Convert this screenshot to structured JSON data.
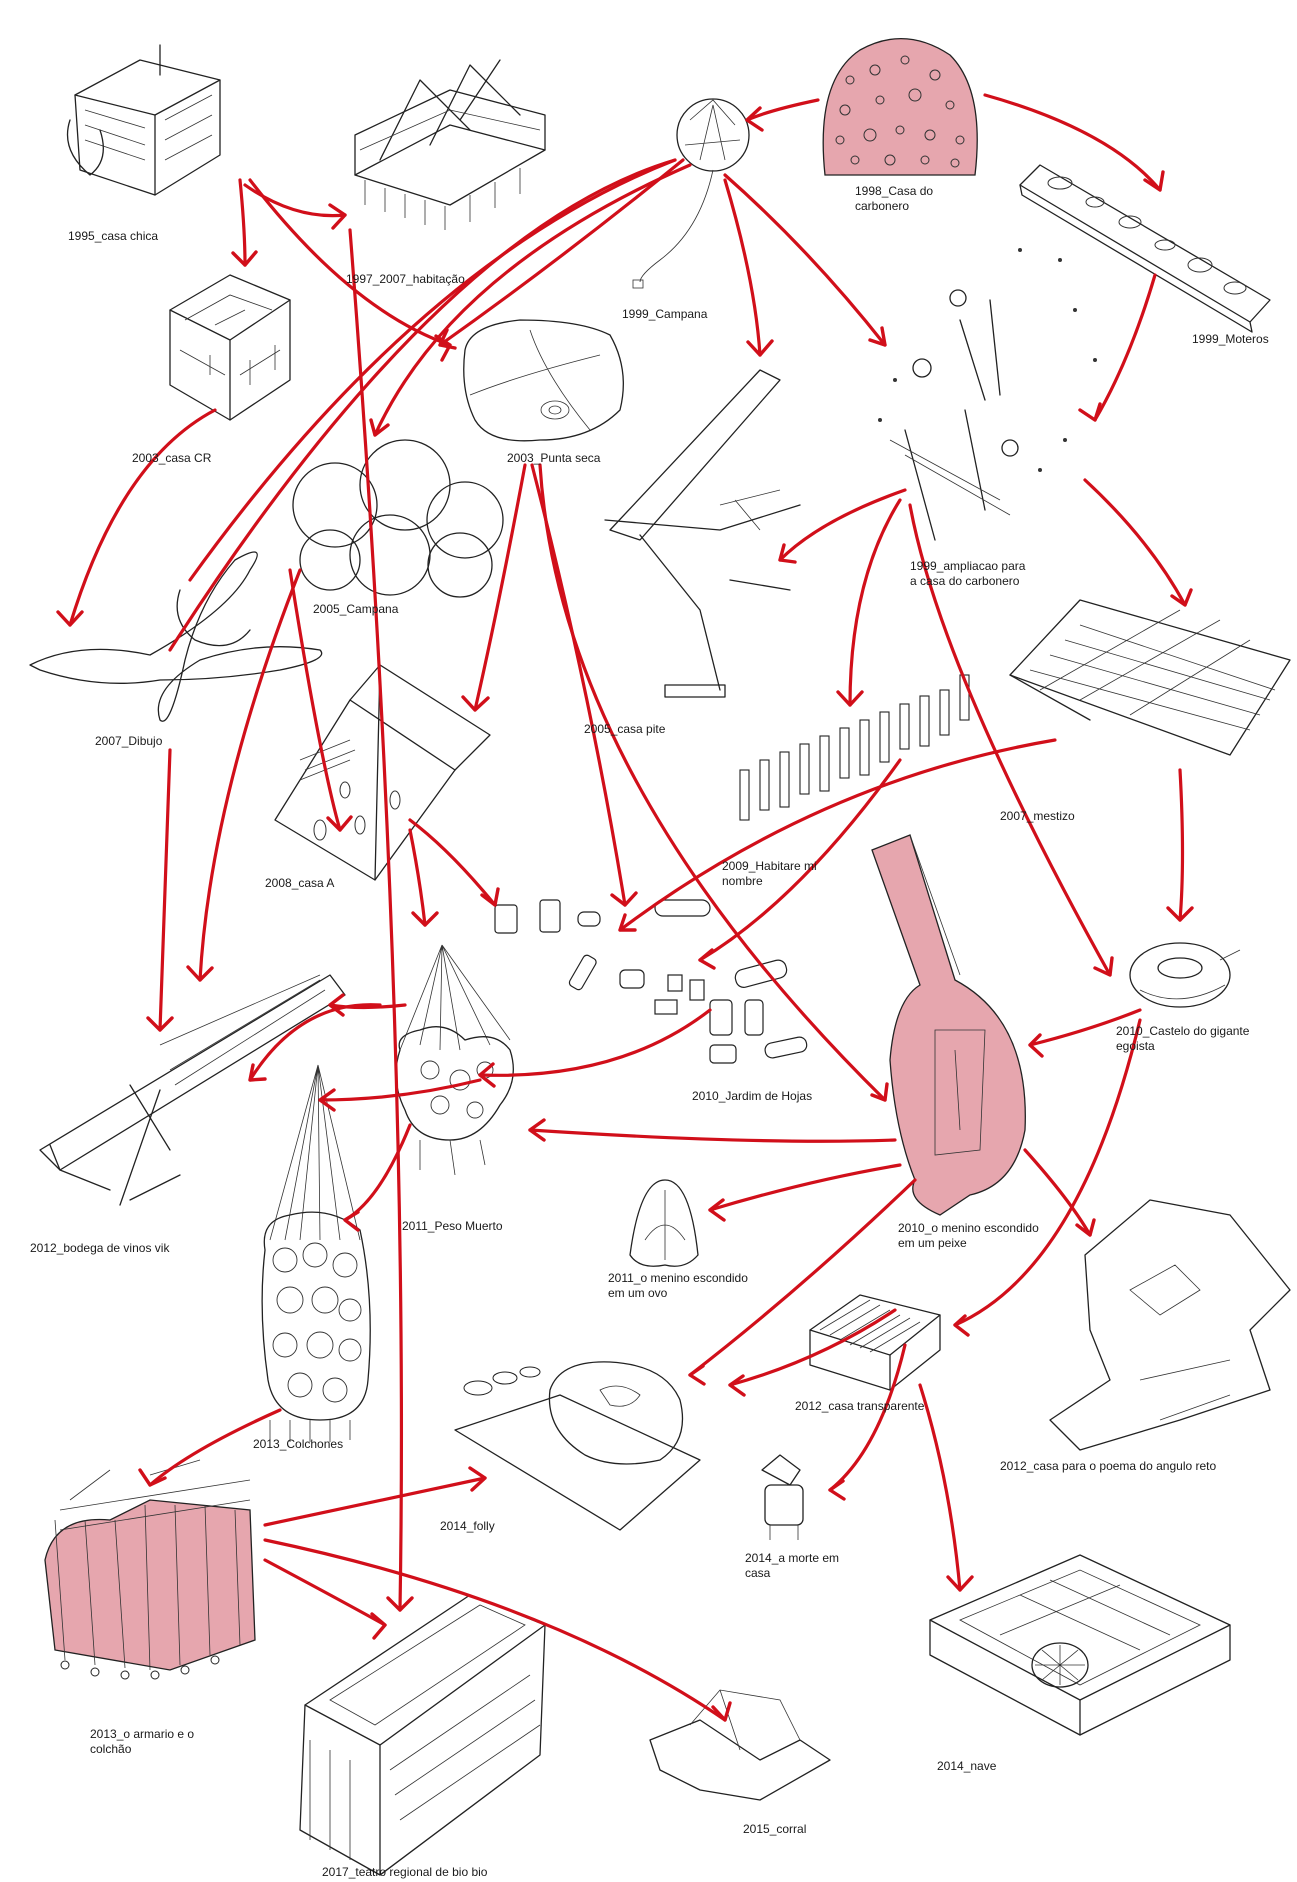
{
  "colors": {
    "arrow": "#d10f1a",
    "highlight": "#e6a6ae",
    "ink": "#222222"
  },
  "nodes": [
    {
      "id": "n1995",
      "label": [
        "1995_casa chica"
      ]
    },
    {
      "id": "n1997",
      "label": [
        "1997_2007_habitação"
      ]
    },
    {
      "id": "n1998",
      "label": [
        "1998_Casa do",
        "carbonero"
      ]
    },
    {
      "id": "n1999c",
      "label": [
        "1999_Campana"
      ]
    },
    {
      "id": "n1999m",
      "label": [
        "1999_Moteros"
      ]
    },
    {
      "id": "n2003cr",
      "label": [
        "2003_casa CR"
      ]
    },
    {
      "id": "n2003ps",
      "label": [
        "2003_Punta seca"
      ]
    },
    {
      "id": "n1999a",
      "label": [
        "1999_ampliacao para",
        "a casa do carbonero"
      ]
    },
    {
      "id": "n2005c",
      "label": [
        "2005_Campana"
      ]
    },
    {
      "id": "n2005p",
      "label": [
        "2005_casa pite"
      ]
    },
    {
      "id": "n2007d",
      "label": [
        "2007_Dibujo"
      ]
    },
    {
      "id": "n2007m",
      "label": [
        "2007_mestizo"
      ]
    },
    {
      "id": "n2009",
      "label": [
        "2009_Habitare mi",
        "nombre"
      ]
    },
    {
      "id": "n2008",
      "label": [
        "2008_casa A"
      ]
    },
    {
      "id": "n2010cg",
      "label": [
        "2010_Castelo do gigante",
        "egoista"
      ]
    },
    {
      "id": "n2010j",
      "label": [
        "2010_Jardim de Hojas"
      ]
    },
    {
      "id": "n2012b",
      "label": [
        "2012_bodega de vinos vik"
      ]
    },
    {
      "id": "n2011pm",
      "label": [
        "2011_Peso Muerto"
      ]
    },
    {
      "id": "n2010me",
      "label": [
        "2010_o menino escondido",
        "em um peixe"
      ]
    },
    {
      "id": "n2011o",
      "label": [
        "2011_o menino escondido",
        "em um ovo"
      ]
    },
    {
      "id": "n2012ct",
      "label": [
        "2012_casa transparente"
      ]
    },
    {
      "id": "n2012p",
      "label": [
        "2012_casa para o poema do angulo reto"
      ]
    },
    {
      "id": "n2013c",
      "label": [
        "2013_Colchones"
      ]
    },
    {
      "id": "n2014f",
      "label": [
        "2014_folly"
      ]
    },
    {
      "id": "n2014m",
      "label": [
        "2014_a morte em",
        "casa"
      ]
    },
    {
      "id": "n2013a",
      "label": [
        "2013_o armario e o",
        "colchão"
      ]
    },
    {
      "id": "n2014n",
      "label": [
        "2014_nave"
      ]
    },
    {
      "id": "n2015",
      "label": [
        "2015_corral"
      ]
    },
    {
      "id": "n2017",
      "label": [
        "2017_teatro regional de bio bio"
      ]
    }
  ],
  "edges": [
    [
      "n1998",
      "n1999c"
    ],
    [
      "n1998",
      "n1999m"
    ],
    [
      "n1995",
      "n1997"
    ],
    [
      "n1995",
      "n2003cr"
    ],
    [
      "n1995",
      "n2003ps"
    ],
    [
      "n1999c",
      "n1999a"
    ],
    [
      "n1999c",
      "n2005p"
    ],
    [
      "n1999c",
      "n2003ps"
    ],
    [
      "n1999c",
      "n2005c"
    ],
    [
      "n1999m",
      "n1999a"
    ],
    [
      "n2003cr",
      "n2007d"
    ],
    [
      "n1999a",
      "n2007m"
    ],
    [
      "n1999a",
      "n2005p"
    ],
    [
      "n1999a",
      "n2009"
    ],
    [
      "n1999a",
      "n2010cg"
    ],
    [
      "n2003ps",
      "n2008"
    ],
    [
      "n2003ps",
      "n2010j"
    ],
    [
      "n2003ps",
      "n2010me"
    ],
    [
      "n2005c",
      "n2012b"
    ],
    [
      "n2005c",
      "n2008"
    ],
    [
      "n2007d",
      "n2012b"
    ],
    [
      "n2008",
      "n2010j"
    ],
    [
      "n2008",
      "n2011pm"
    ],
    [
      "n2007m",
      "n2010j"
    ],
    [
      "n2007m",
      "n2010cg"
    ],
    [
      "n2009",
      "n2010j"
    ],
    [
      "n2010cg",
      "n2010me"
    ],
    [
      "n2010cg",
      "n2012ct"
    ],
    [
      "n2010j",
      "n2011pm"
    ],
    [
      "n2011pm",
      "n2012b"
    ],
    [
      "n2011pm",
      "n2013c"
    ],
    [
      "n2010me",
      "n2011pm"
    ],
    [
      "n2010me",
      "n2011o"
    ],
    [
      "n2010me",
      "n2012p"
    ],
    [
      "n2010me",
      "n2014f"
    ],
    [
      "n2012ct",
      "n2014f"
    ],
    [
      "n2012ct",
      "n2014m"
    ],
    [
      "n2012ct",
      "n2014n"
    ],
    [
      "n2013c",
      "n2013a"
    ],
    [
      "n2013a",
      "n2014f"
    ],
    [
      "n2013a",
      "n2017"
    ],
    [
      "n2013a",
      "n2015"
    ],
    [
      "n1997",
      "n2017"
    ]
  ]
}
